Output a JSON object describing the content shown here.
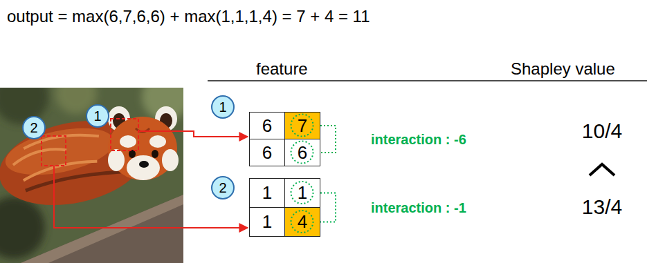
{
  "diagram": {
    "title": "output = max(6,7,6,6) + max(1,1,1,4) = 7 + 4 = 11",
    "nodes": [
      {
        "text": [
          "1"
        ]
      },
      {
        "text": [
          "2"
        ]
      },
      {
        "text": [
          "1"
        ]
      },
      {
        "text": [
          "6"
        ]
      },
      {
        "text": [
          "7"
        ]
      },
      {
        "text": [
          "6"
        ]
      },
      {
        "text": [
          "6"
        ]
      },
      {
        "text": [
          "2"
        ]
      },
      {
        "text": [
          "1"
        ]
      },
      {
        "text": [
          "1"
        ]
      },
      {
        "text": [
          "1"
        ]
      },
      {
        "text": [
          "4"
        ]
      }
    ],
    "edges": [
      {
        "from": 4,
        "to": 6,
        "arrow": "none",
        "label": "interaction : -6"
      },
      {
        "from": 9,
        "to": 11,
        "arrow": "none",
        "label": "interaction : -1"
      }
    ],
    "labels": [
      "feature",
      "Shapley value",
      "10/4",
      "13/4"
    ]
  }
}
